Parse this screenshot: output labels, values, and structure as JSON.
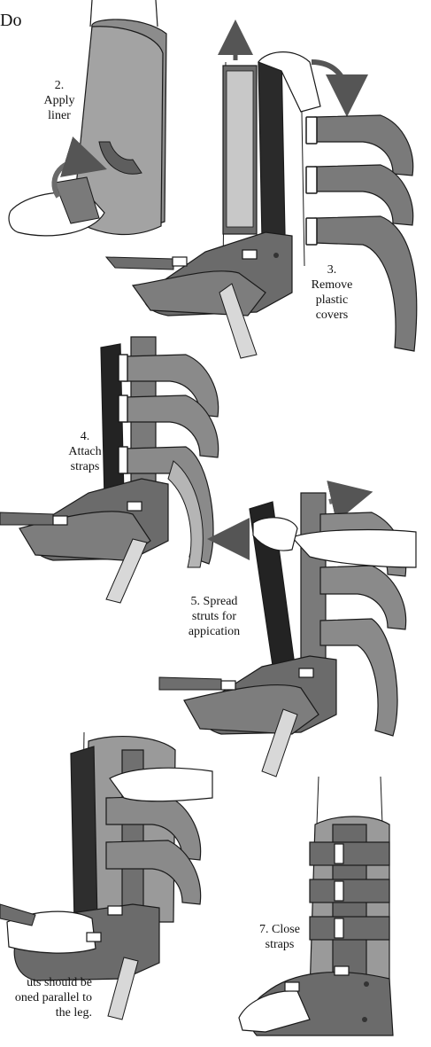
{
  "header": {
    "fragment": "Do"
  },
  "steps": [
    {
      "id": "step-2",
      "label": "2.\nApply\nliner"
    },
    {
      "id": "step-3",
      "label": "3.\nRemove\nplastic\ncovers"
    },
    {
      "id": "step-4",
      "label": "4.\nAttach\nstraps"
    },
    {
      "id": "step-5",
      "label": "5. Spread\nstruts for\nappication"
    },
    {
      "id": "step-6",
      "label": "uts should be\noned parallel to\nthe leg."
    },
    {
      "id": "step-7",
      "label": "7. Close\nstraps"
    }
  ],
  "colors": {
    "outline": "#1a1a1a",
    "liner": "#9a9a9a",
    "liner_dark": "#6e6e6e",
    "shell": "#7d7d7d",
    "shell_dark": "#4a4a4a",
    "strut": "#2b2b2b",
    "strap": "#8a8a8a",
    "strap_light": "#bdbdbd",
    "skin": "#ffffff"
  },
  "icons": [
    "rotate-arrow-icon",
    "up-arrow-icon",
    "curved-arrow-icon",
    "spread-arrows-icon"
  ]
}
